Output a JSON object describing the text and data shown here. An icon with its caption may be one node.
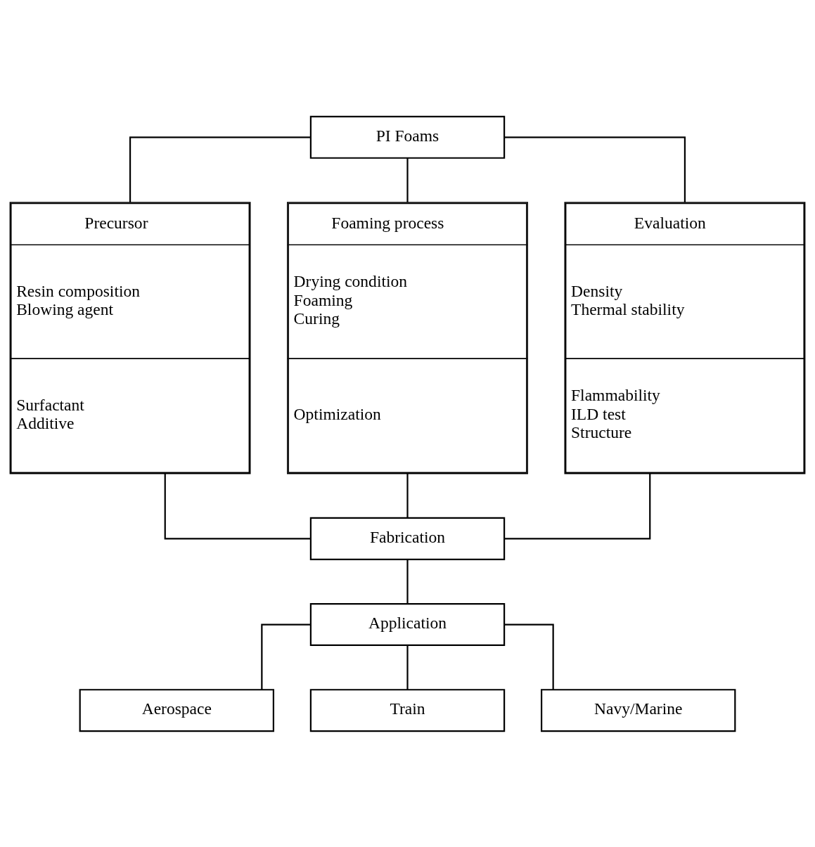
{
  "diagram": {
    "nodes": [
      {
        "text": [
          "PI Foams"
        ]
      },
      {
        "text": [
          "Precursor",
          "Resin composition",
          "Blowing agent",
          "Surfactant",
          "Additive"
        ]
      },
      {
        "text": [
          "Foaming process",
          "Drying condition",
          "Foaming",
          "Curing",
          "Optimization"
        ]
      },
      {
        "text": [
          "Evaluation",
          "Density",
          "Thermal stability",
          "Flammability",
          "ILD test",
          "Structure"
        ]
      },
      {
        "text": [
          "Fabrication"
        ]
      },
      {
        "text": [
          "Application"
        ]
      },
      {
        "text": [
          "Aerospace"
        ]
      },
      {
        "text": [
          "Train"
        ]
      },
      {
        "text": [
          "Navy/Marine"
        ]
      }
    ],
    "edges": [
      {
        "from": 0,
        "to": 1,
        "arrow": "none"
      },
      {
        "from": 0,
        "to": 2,
        "arrow": "none"
      },
      {
        "from": 0,
        "to": 3,
        "arrow": "none"
      },
      {
        "from": 1,
        "to": 4,
        "arrow": "none"
      },
      {
        "from": 2,
        "to": 4,
        "arrow": "none"
      },
      {
        "from": 3,
        "to": 4,
        "arrow": "none"
      },
      {
        "from": 4,
        "to": 5,
        "arrow": "none"
      },
      {
        "from": 5,
        "to": 6,
        "arrow": "none"
      },
      {
        "from": 5,
        "to": 7,
        "arrow": "none"
      },
      {
        "from": 5,
        "to": 8,
        "arrow": "none"
      }
    ]
  }
}
